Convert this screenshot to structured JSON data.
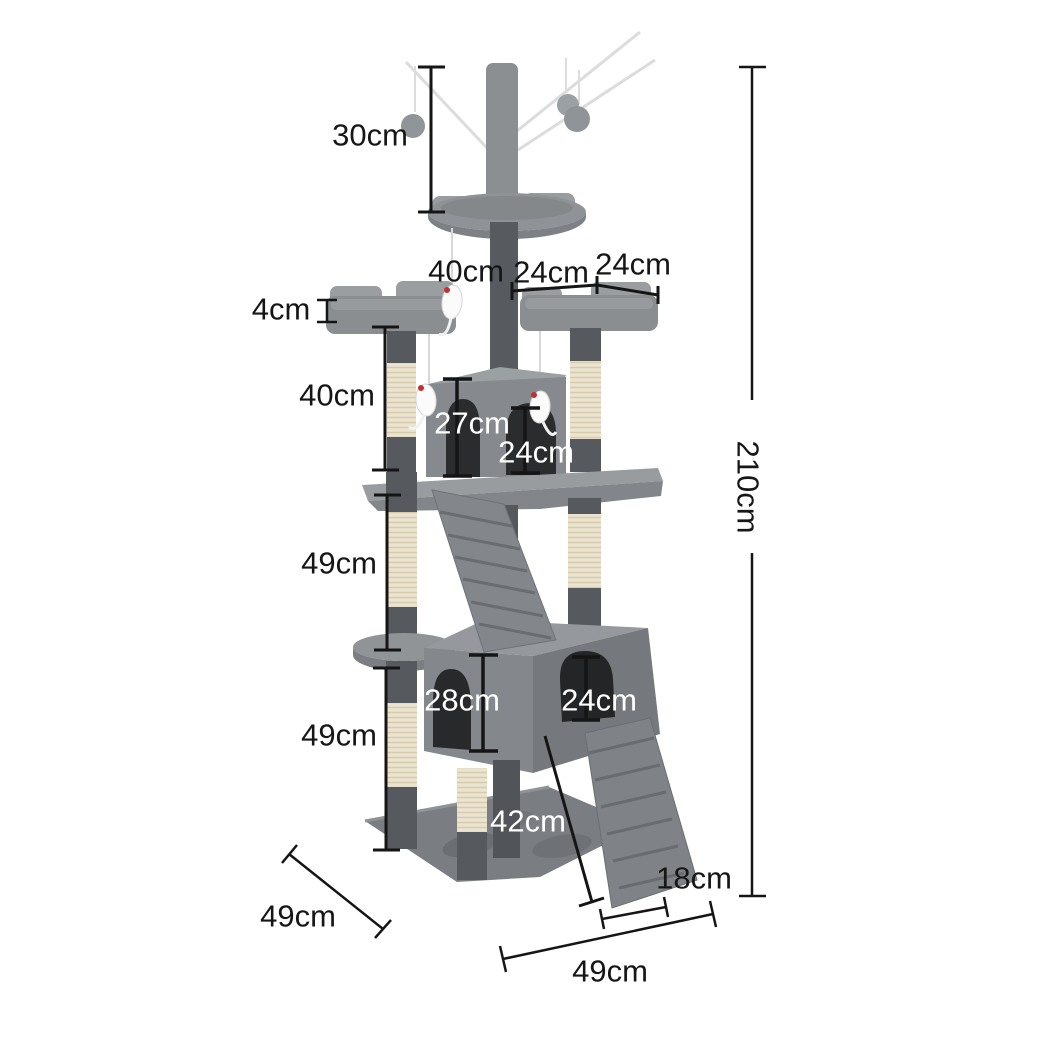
{
  "diagram": {
    "subject": "cat-tree-tower-dimension-diagram",
    "unit": "cm"
  },
  "labels": {
    "hang_height": "30cm",
    "top_drop": "40cm",
    "top_platform_left": "24cm",
    "top_platform_right": "24cm",
    "rim_thickness": "4cm",
    "upper_post": "40cm",
    "condo_height": "27cm",
    "condo_door": "24cm",
    "mid_section": "49cm",
    "lower_door_left": "28cm",
    "lower_door_right": "24cm",
    "lower_section": "49cm",
    "base_clearance": "42cm",
    "ramp_width": "18cm",
    "base_depth": "49cm",
    "base_width": "49cm",
    "total_height": "210cm"
  },
  "colors": {
    "background": "#ffffff",
    "dimension_line": "#151515",
    "label_dark": "#161616",
    "label_light": "#ffffff",
    "plush_light": "#989b9e",
    "plush_mid": "#85888c",
    "plush_dark": "#56595d",
    "sisal": "#ebe4d1",
    "door_interior": "#28292b",
    "toy_red": "#c43030"
  }
}
